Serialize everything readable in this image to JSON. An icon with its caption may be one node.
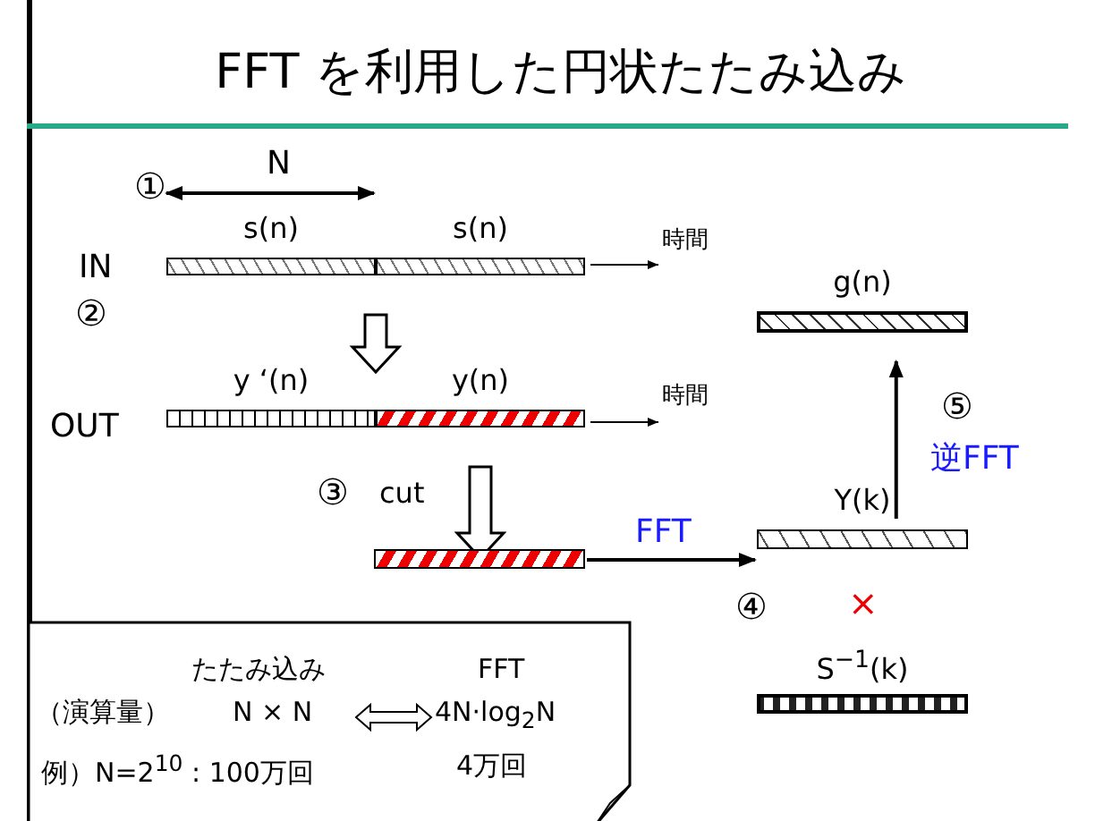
{
  "diagram": {
    "title": "FFT を利用した円状たたみ込み",
    "nodes": [
      {
        "text": [
          "s(n)"
        ]
      },
      {
        "text": [
          "s(n)"
        ]
      },
      {
        "text": [
          "y ‘(n)"
        ]
      },
      {
        "text": [
          "y(n)"
        ]
      },
      {
        "text": [],
        "shape": "bar"
      },
      {
        "text": [
          "Y(k)"
        ]
      },
      {
        "text": [
          "g(n)"
        ]
      },
      {
        "text": [
          "S$^{−1}$(k)"
        ]
      },
      {
        "text": [
          "たたみ込み",
          "FFT",
          "（演算量）",
          "N × N",
          "4N·log$_{2}$N",
          "例）N=2$^{10}$ : 100万回",
          "4万回"
        ]
      }
    ],
    "edges": [
      {
        "from": 0,
        "to": 3,
        "arrow": "to",
        "style": "thick"
      },
      {
        "from": 3,
        "to": 4,
        "arrow": "to",
        "style": "thick"
      },
      {
        "from": 4,
        "to": 5,
        "arrow": "to",
        "label": "FFT"
      },
      {
        "from": 5,
        "to": 6,
        "arrow": "to",
        "label": "逆FFT"
      }
    ],
    "labels": [
      "①",
      "N",
      "IN",
      "②",
      "時間",
      "OUT",
      "時間",
      "③",
      "cut",
      "⑤",
      "④",
      "×"
    ]
  }
}
